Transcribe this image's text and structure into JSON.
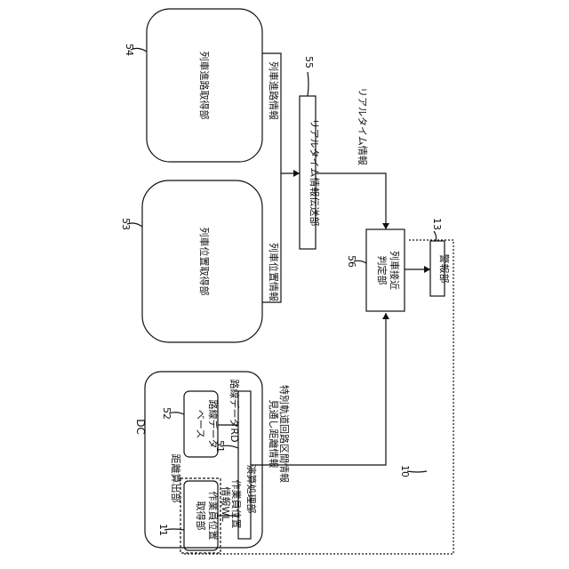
{
  "blocks": {
    "route_acq": {
      "ref": "54",
      "label": "列車進路取得部"
    },
    "pos_acq": {
      "ref": "53",
      "label": "列車位置取得部"
    },
    "dc_label": "DC",
    "dist_calc": {
      "label": "距離算出部"
    },
    "worker_acq": {
      "ref": "11",
      "label_l1": "作業員位置",
      "label_l2": "取得部"
    },
    "route_db": {
      "ref": "52",
      "label_l1": "路線データ",
      "label_l2": "ベース"
    },
    "calc_proc": {
      "ref": "51",
      "label": "演算処理部"
    },
    "realtime_tx": {
      "ref": "55",
      "label": "リアルタイム情報伝送部"
    },
    "approach_judge": {
      "ref": "56",
      "label_l1": "列車接近",
      "label_l2": "判定部"
    },
    "alarm": {
      "ref": "13",
      "label": "警報部"
    }
  },
  "signals": {
    "route_info": "列車進路情報",
    "position_info": "列車位置情報",
    "realtime_info": "リアルタイム情報",
    "route_data": "路線データRD",
    "worker_pos_l1": "作業員位置",
    "worker_pos_l2": "情報WL",
    "visibility_l1": "見通し距離情報",
    "visibility_l2": "特別軌道回路区間情報"
  },
  "refs": {
    "system": "10"
  }
}
